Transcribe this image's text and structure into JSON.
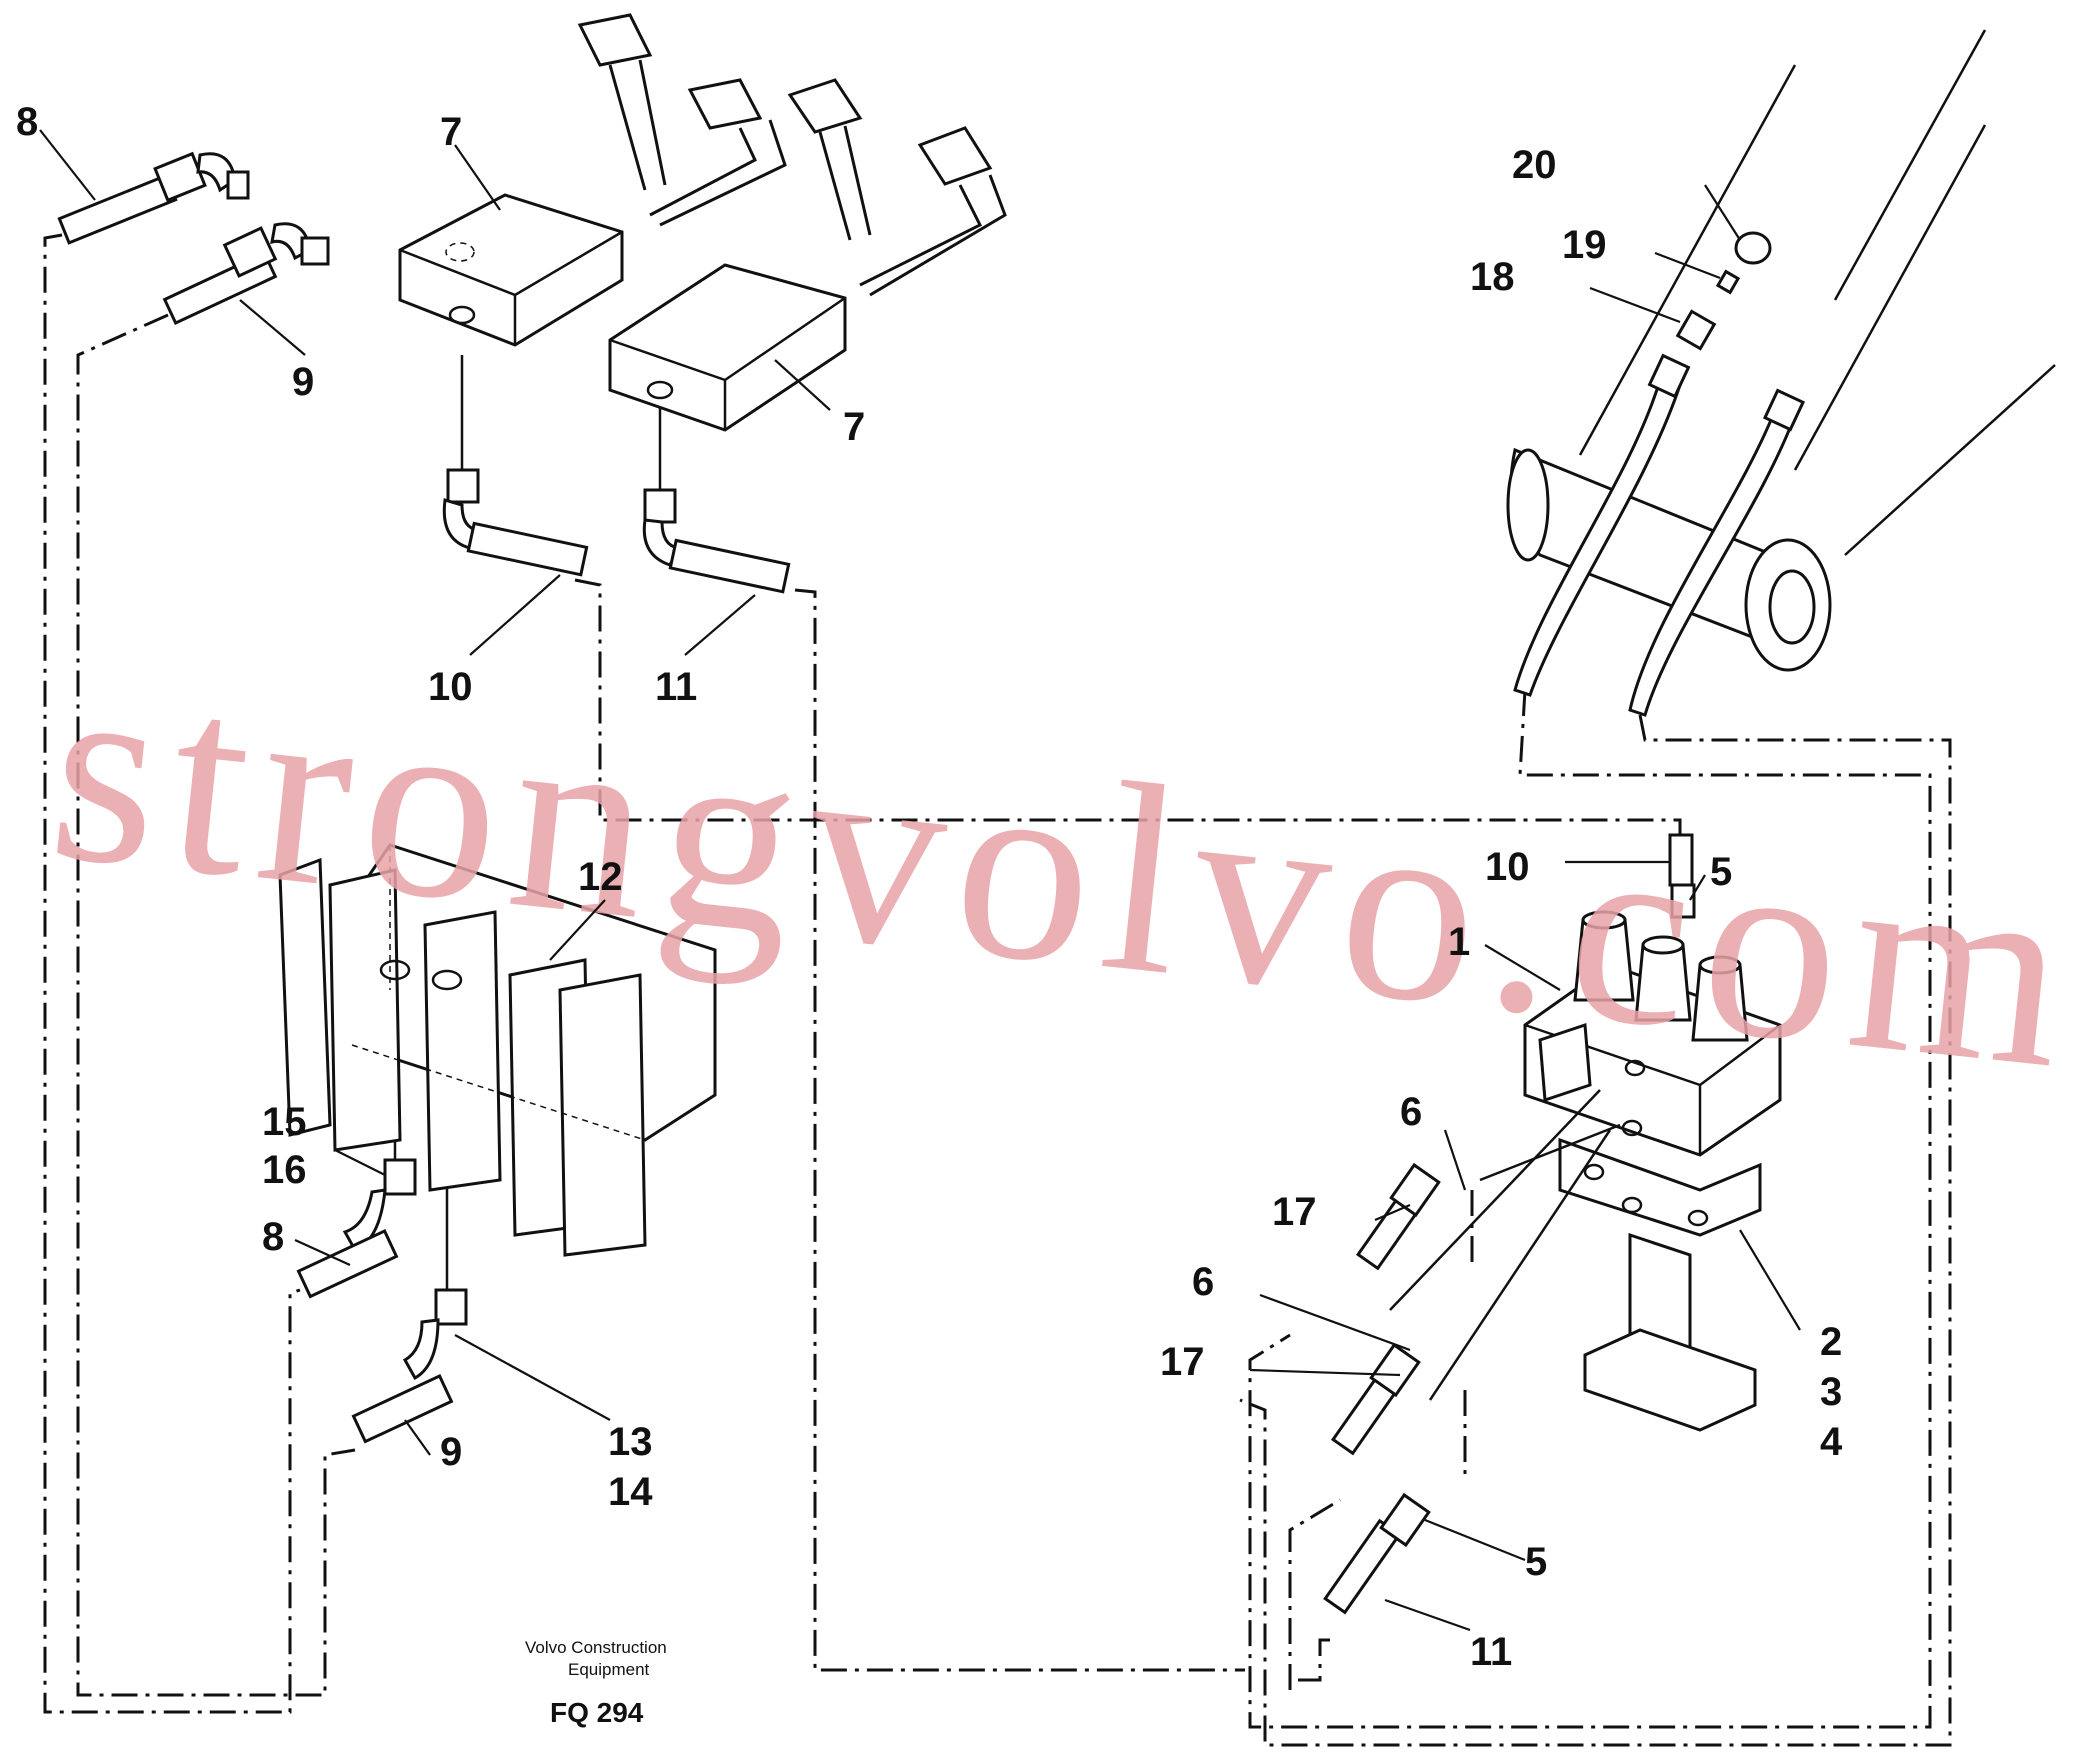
{
  "watermark": "strongvolvo.com",
  "caption": {
    "line1": "Volvo Construction",
    "line2": "Equipment",
    "figure_id": "FQ 294"
  },
  "callouts": [
    "8",
    "7",
    "9",
    "7",
    "10",
    "11",
    "20",
    "19",
    "18",
    "10",
    "5",
    "1",
    "12",
    "15",
    "16",
    "8",
    "6",
    "17",
    "17",
    "9",
    "13",
    "14",
    "5",
    "11",
    "2",
    "3",
    "4",
    "6"
  ]
}
